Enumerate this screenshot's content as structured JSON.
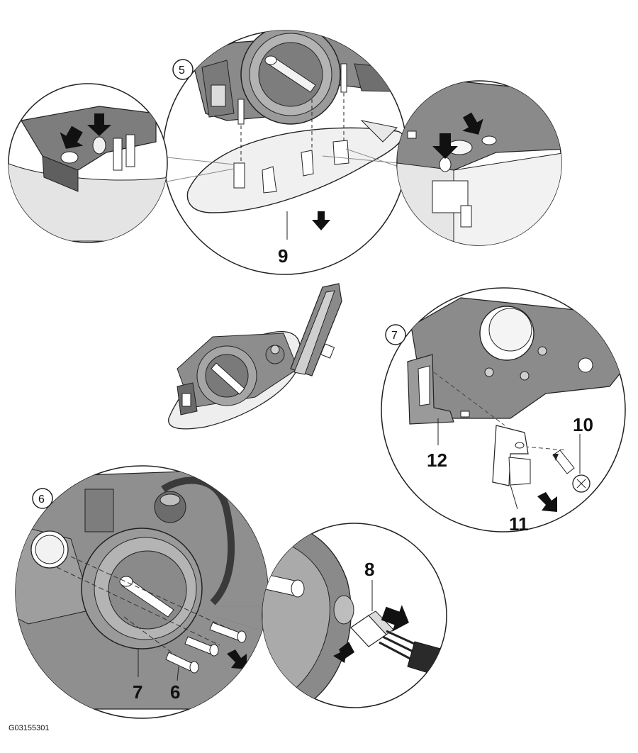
{
  "diagram": {
    "figure_code": "G03155301",
    "steps": [
      {
        "id": "step-5",
        "label": "5"
      },
      {
        "id": "step-6",
        "label": "6"
      },
      {
        "id": "step-7",
        "label": "7"
      }
    ],
    "callouts": [
      {
        "id": "callout-9",
        "label": "9"
      },
      {
        "id": "callout-10",
        "label": "10"
      },
      {
        "id": "callout-11",
        "label": "11"
      },
      {
        "id": "callout-12",
        "label": "12"
      },
      {
        "id": "callout-8",
        "label": "8"
      },
      {
        "id": "callout-7",
        "label": "7"
      },
      {
        "id": "callout-6",
        "label": "6"
      }
    ]
  }
}
